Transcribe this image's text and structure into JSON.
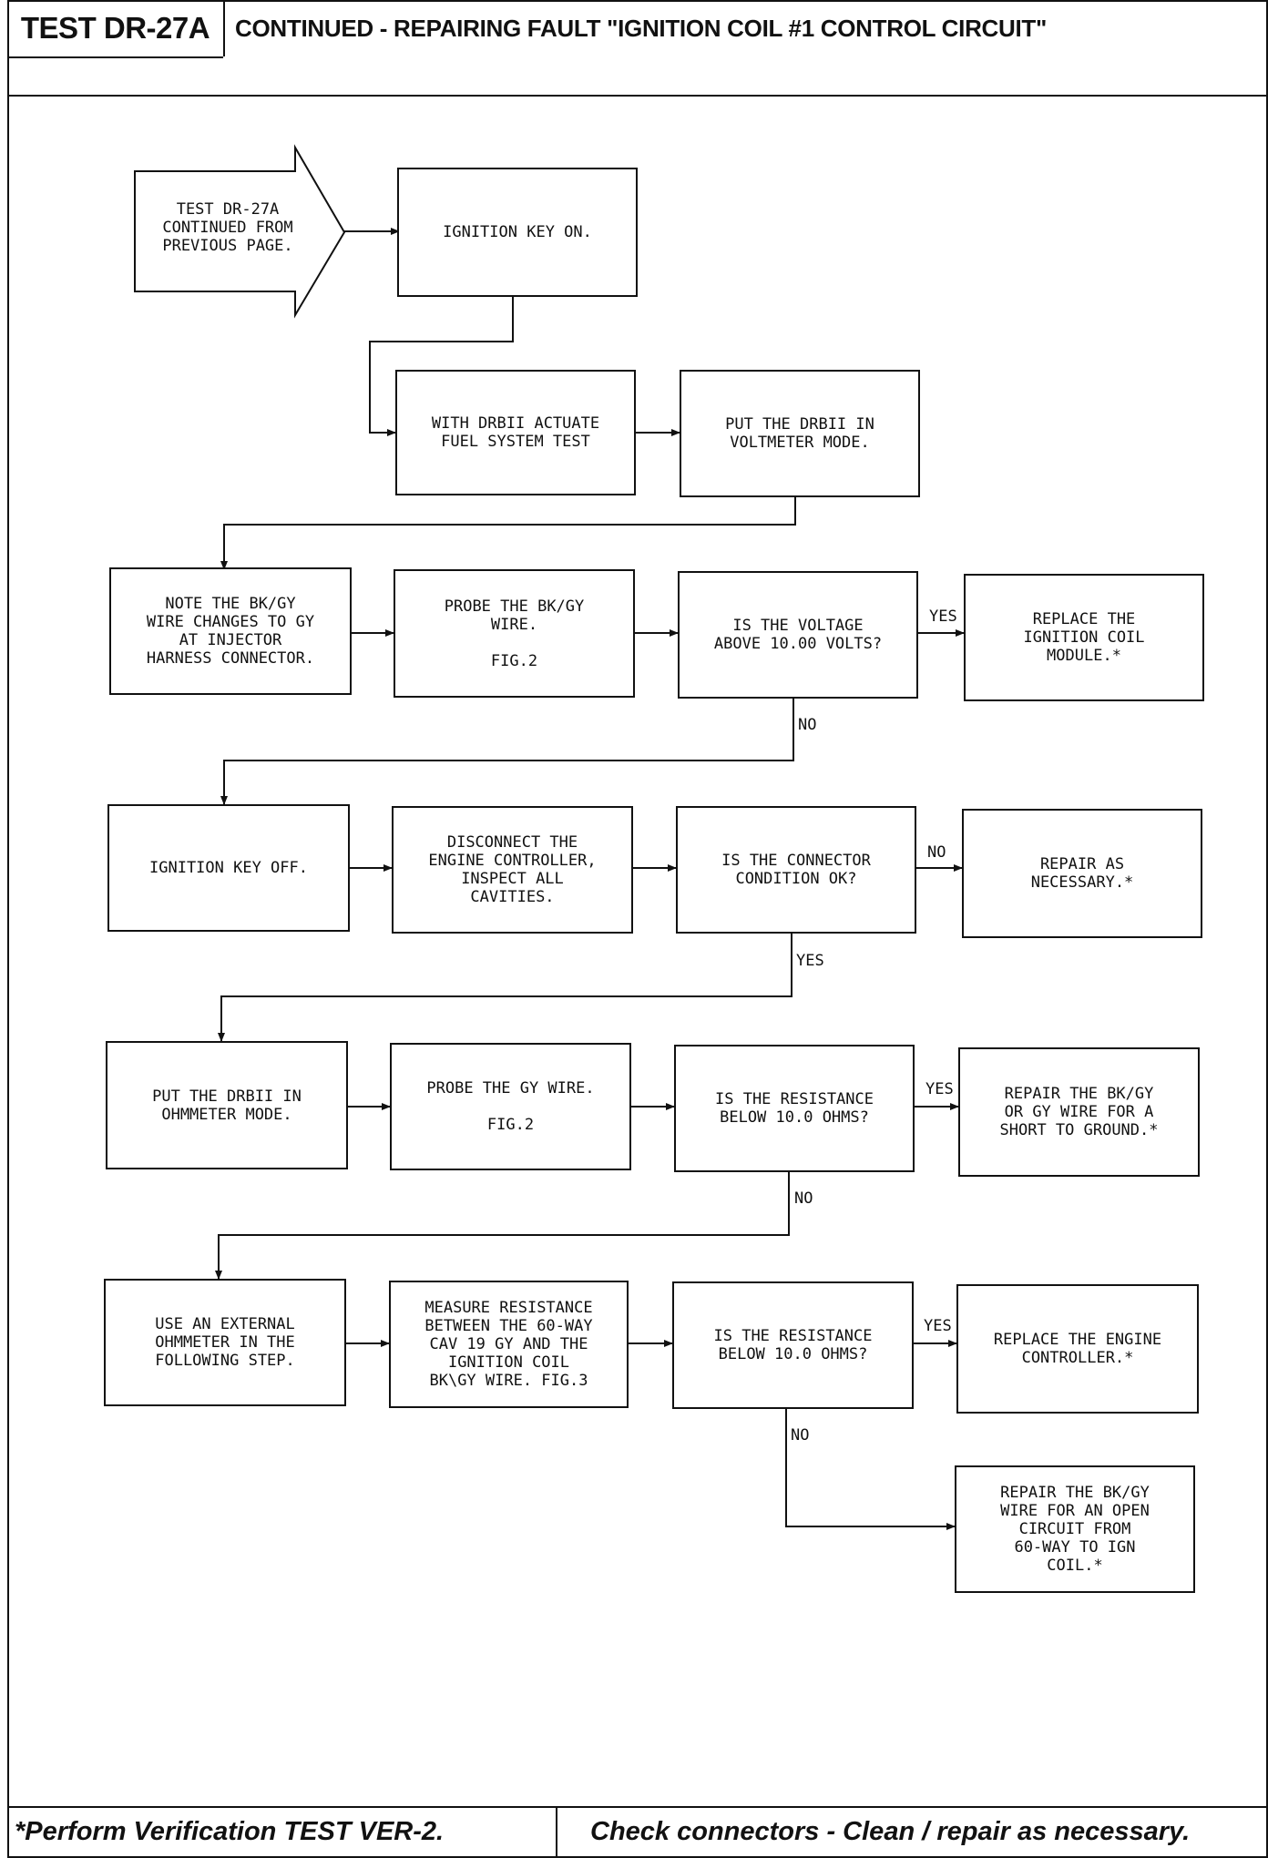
{
  "header": {
    "test_id": "TEST DR-27A",
    "title": "CONTINUED - REPAIRING FAULT \"IGNITION COIL #1 CONTROL CIRCUIT\""
  },
  "flow": {
    "start": "TEST DR-27A\nCONTINUED FROM\nPREVIOUS PAGE.",
    "row1": {
      "key_on": "IGNITION KEY ON."
    },
    "row2": {
      "actuate": "WITH DRBII ACTUATE\nFUEL SYSTEM TEST",
      "voltmeter": "PUT THE DRBII IN\nVOLTMETER MODE."
    },
    "row3": {
      "note": "NOTE THE BK/GY\nWIRE CHANGES TO GY\nAT INJECTOR\nHARNESS CONNECTOR.",
      "probe": "PROBE THE BK/GY\nWIRE.\n\nFIG.2",
      "question": "IS THE VOLTAGE\nABOVE 10.00 VOLTS?",
      "yes_label": "YES",
      "no_label": "NO",
      "result": "REPLACE THE\nIGNITION COIL\nMODULE.*"
    },
    "row4": {
      "key_off": "IGNITION KEY OFF.",
      "disconnect": "DISCONNECT THE\nENGINE CONTROLLER,\nINSPECT ALL\nCAVITIES.",
      "question": "IS THE CONNECTOR\nCONDITION OK?",
      "no_label": "NO",
      "yes_label": "YES",
      "result": "REPAIR AS\nNECESSARY.*"
    },
    "row5": {
      "ohmmeter": "PUT THE DRBII IN\nOHMMETER MODE.",
      "probe": "PROBE THE GY WIRE.\n\nFIG.2",
      "question": "IS THE RESISTANCE\nBELOW 10.0 OHMS?",
      "yes_label": "YES",
      "no_label": "NO",
      "result": "REPAIR THE BK/GY\nOR GY WIRE FOR A\nSHORT TO GROUND.*"
    },
    "row6": {
      "external": "USE AN EXTERNAL\nOHMMETER IN THE\nFOLLOWING STEP.",
      "measure": "MEASURE RESISTANCE\nBETWEEN THE 60-WAY\nCAV 19 GY AND THE\nIGNITION COIL\nBK\\GY WIRE. FIG.3",
      "question": "IS THE RESISTANCE\nBELOW 10.0 OHMS?",
      "yes_label": "YES",
      "no_label": "NO",
      "result": "REPLACE THE ENGINE\nCONTROLLER.*"
    },
    "final": {
      "result": "REPAIR THE BK/GY\nWIRE FOR AN OPEN\nCIRCUIT FROM\n60-WAY TO IGN\nCOIL.*"
    }
  },
  "footer": {
    "left": "*Perform Verification TEST VER-2.",
    "right": "Check connectors - Clean / repair as necessary."
  }
}
